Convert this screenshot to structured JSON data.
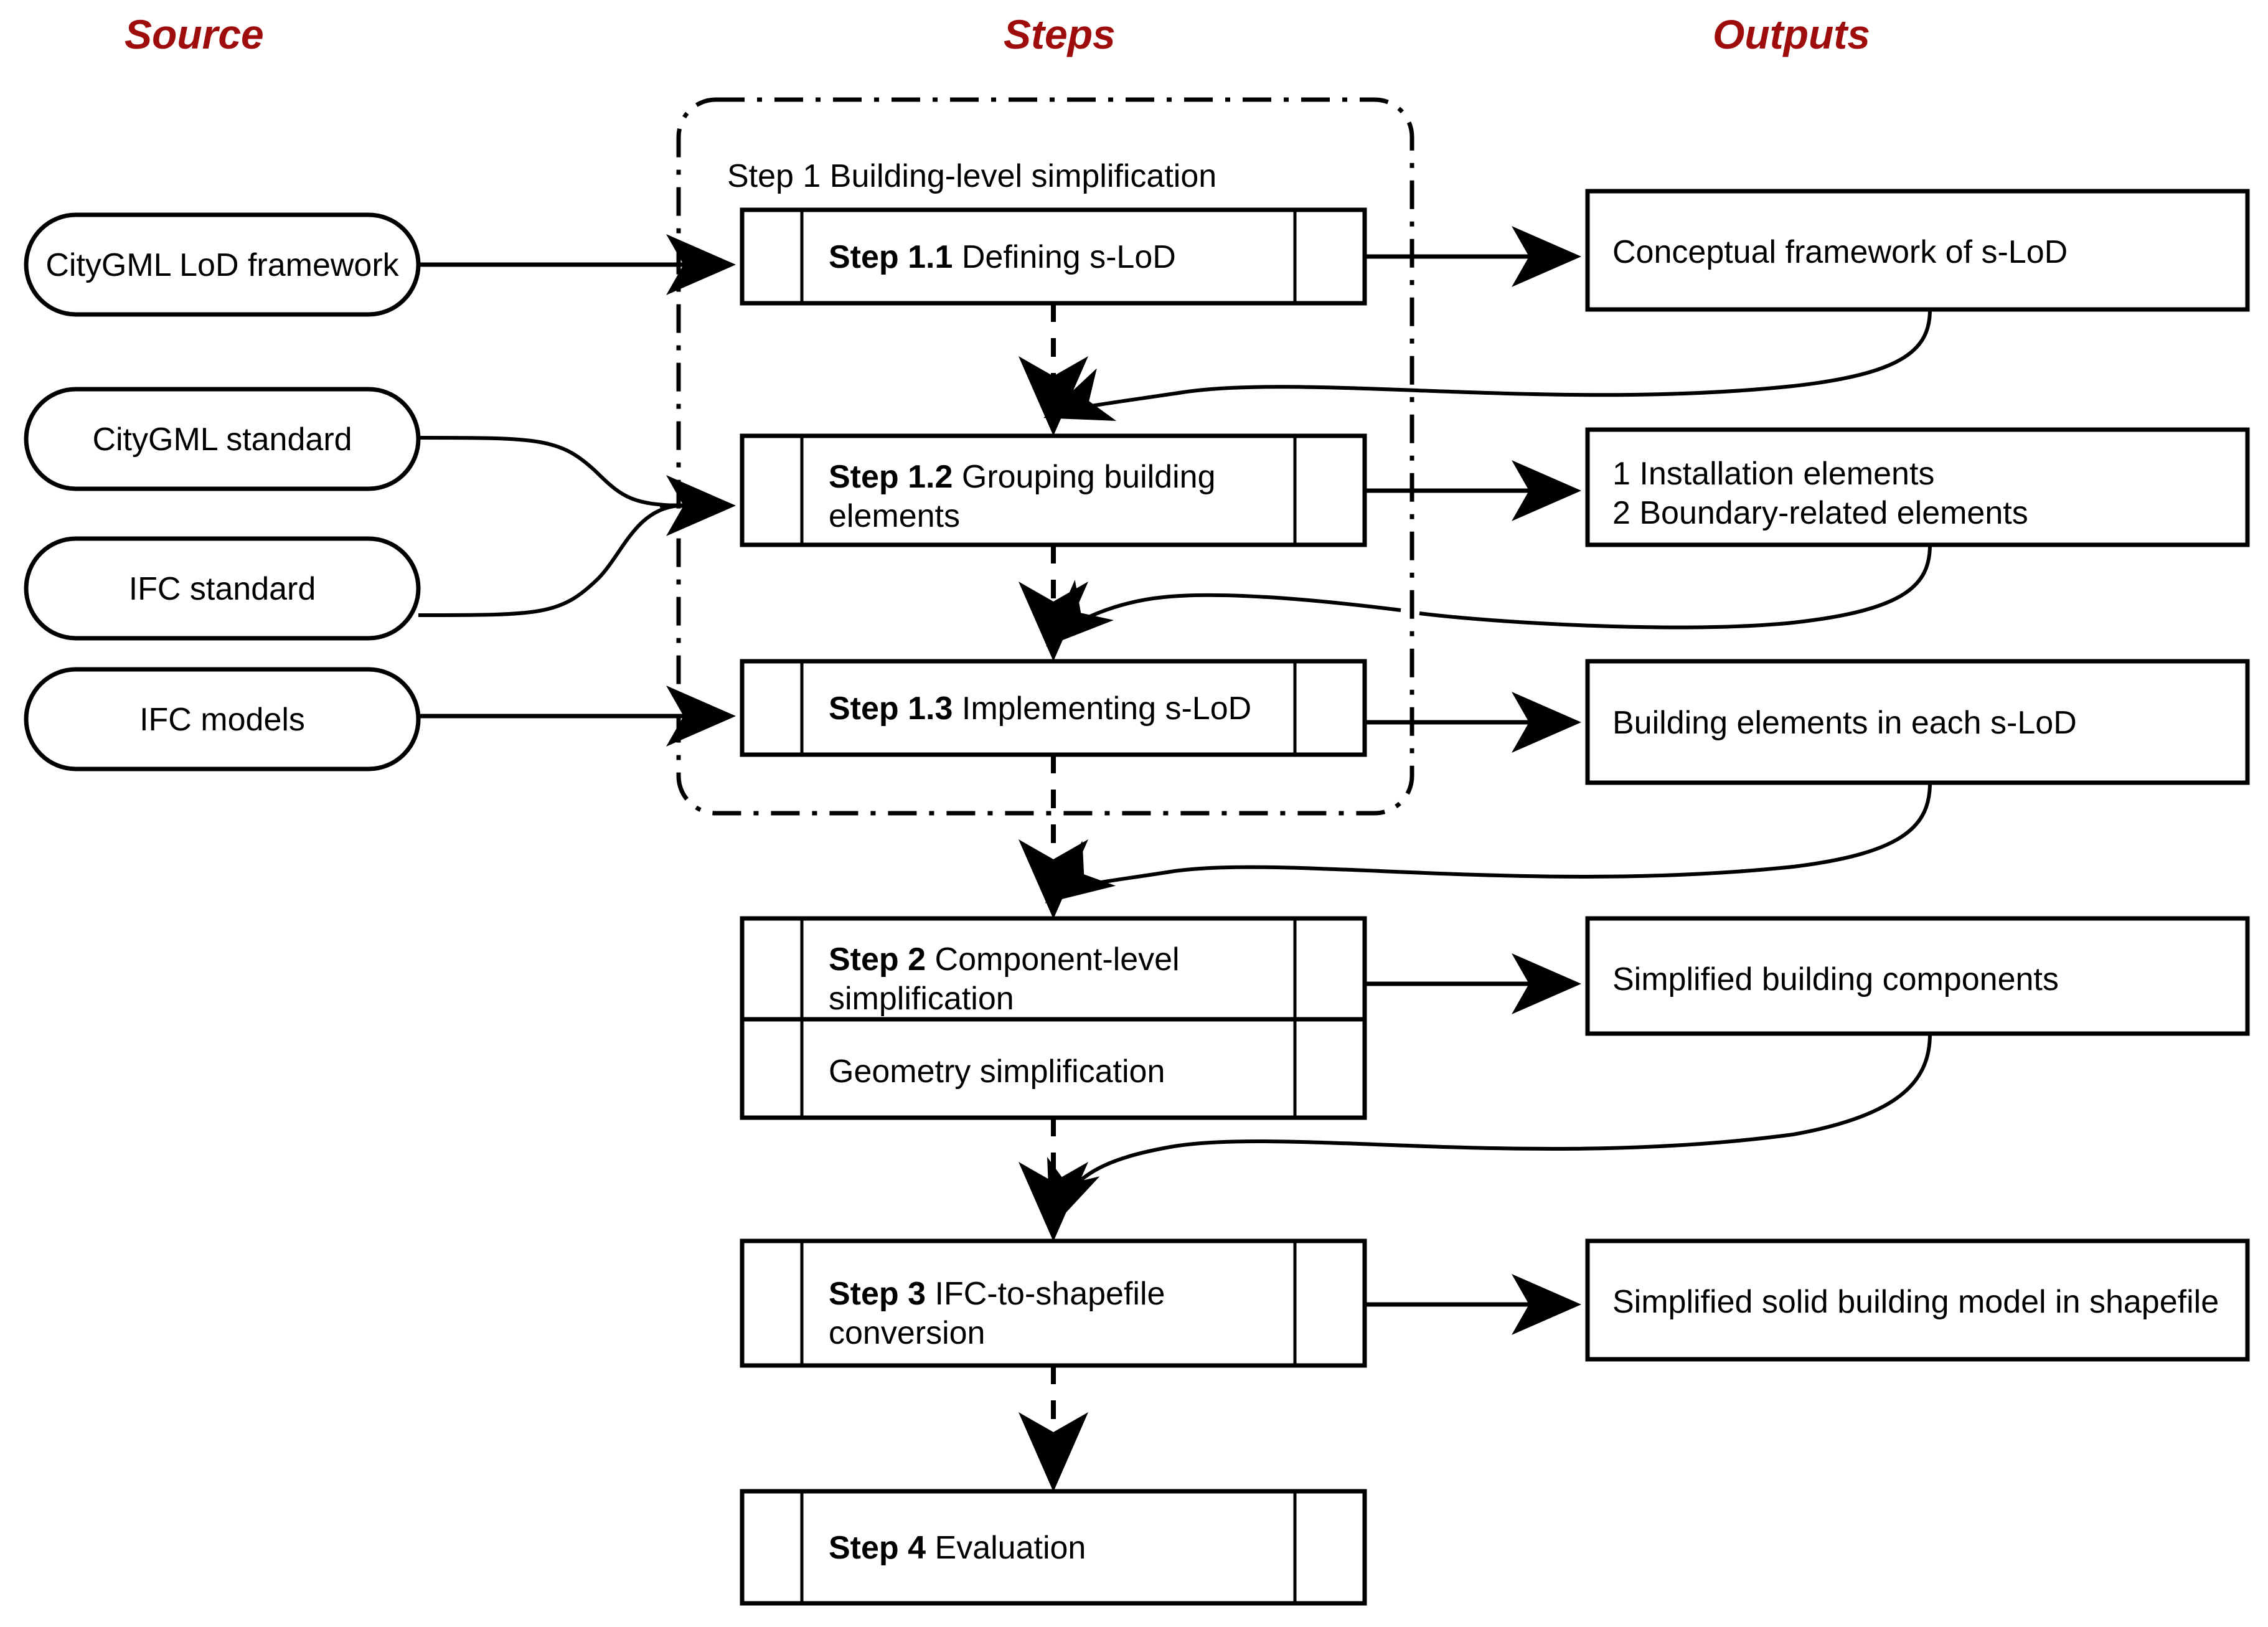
{
  "columns": {
    "source": "Source",
    "steps": "Steps",
    "outputs": "Outputs"
  },
  "accent_color": "#9e0c0c",
  "line_color": "#000000",
  "background_color": "#ffffff",
  "sources": [
    {
      "id": "citygml-lod-framework",
      "label": "CityGML LoD framework"
    },
    {
      "id": "citygml-standard",
      "label": "CityGML standard"
    },
    {
      "id": "ifc-standard",
      "label": "IFC standard"
    },
    {
      "id": "ifc-models",
      "label": "IFC models"
    }
  ],
  "group": {
    "label": "Step 1 Building-level simplification"
  },
  "steps": [
    {
      "id": "step-1-1",
      "bold": "Step 1.1",
      "rest": " Defining s-LoD",
      "lines": [
        {
          "bold": "Step 1.1",
          "rest": " Defining s-LoD"
        }
      ]
    },
    {
      "id": "step-1-2",
      "bold": "Step 1.2",
      "rest": " Grouping building",
      "lines": [
        {
          "bold": "Step 1.2",
          "rest": " Grouping building"
        },
        {
          "bold": "",
          "rest": "elements"
        }
      ]
    },
    {
      "id": "step-1-3",
      "bold": "Step 1.3",
      "rest": " Implementing s-LoD",
      "lines": [
        {
          "bold": "Step 1.3",
          "rest": " Implementing s-LoD"
        }
      ]
    },
    {
      "id": "step-2",
      "bold": "Step 2",
      "rest": " Component-level",
      "lines": [
        {
          "bold": "Step 2",
          "rest": " Component-level"
        },
        {
          "bold": "",
          "rest": "simplification"
        }
      ],
      "sub_label": "Geometry simplification"
    },
    {
      "id": "step-3",
      "bold": "Step 3",
      "rest": " IFC-to-shapefile",
      "lines": [
        {
          "bold": "Step 3",
          "rest": " IFC-to-shapefile"
        },
        {
          "bold": "",
          "rest": "conversion"
        }
      ]
    },
    {
      "id": "step-4",
      "bold": "Step 4",
      "rest": " Evaluation",
      "lines": [
        {
          "bold": "Step 4",
          "rest": " Evaluation"
        }
      ]
    }
  ],
  "step_labels": {
    "step_1_1_bold": "Step 1.1",
    "step_1_1_rest": " Defining s-LoD",
    "step_1_2_bold": "Step 1.2",
    "step_1_2_rest": " Grouping building",
    "step_1_2_line2": "elements",
    "step_1_3_bold": "Step 1.3",
    "step_1_3_rest": " Implementing s-LoD",
    "step_2_bold": "Step 2",
    "step_2_rest": " Component-level",
    "step_2_line2": "simplification",
    "step_2_sub": "Geometry simplification",
    "step_3_bold": "Step 3",
    "step_3_rest": " IFC-to-shapefile",
    "step_3_line2": "conversion",
    "step_4_bold": "Step 4",
    "step_4_rest": " Evaluation"
  },
  "outputs": [
    {
      "id": "output-1",
      "lines": [
        "Conceptual framework of s-LoD"
      ]
    },
    {
      "id": "output-2",
      "lines": [
        "1 Installation elements",
        "2 Boundary-related elements"
      ]
    },
    {
      "id": "output-3",
      "lines": [
        "Building elements in each s-LoD"
      ]
    },
    {
      "id": "output-4",
      "lines": [
        "Simplified building components"
      ]
    },
    {
      "id": "output-5",
      "lines": [
        "Simplified solid building model in shapefile"
      ]
    }
  ],
  "output_labels": {
    "o1_l1": "Conceptual framework of s-LoD",
    "o2_l1": "1 Installation elements",
    "o2_l2": "2 Boundary-related elements",
    "o3_l1": "Building elements in each s-LoD",
    "o4_l1": "Simplified building components",
    "o5_l1": "Simplified solid building model in shapefile"
  }
}
